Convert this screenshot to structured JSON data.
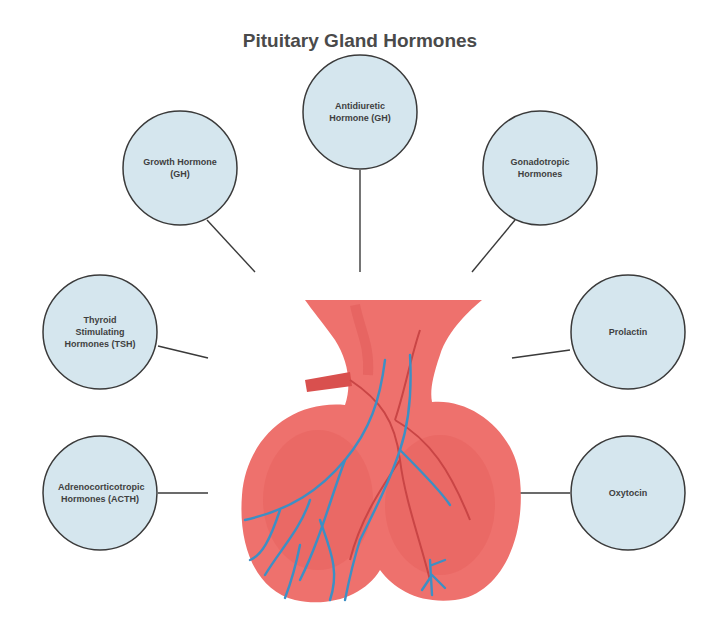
{
  "diagram": {
    "title": "Pituitary Gland Hormones",
    "nodes": [
      {
        "text": [
          "Growth Hormone (GH)"
        ]
      },
      {
        "text": [
          "Antidiuretic Hormone (GH)"
        ]
      },
      {
        "text": [
          "Gonadotropic Hormones"
        ]
      },
      {
        "text": [
          "Thyroid Stimulating Hormones (TSH)"
        ]
      },
      {
        "text": [
          "Prolactin"
        ]
      },
      {
        "text": [
          "Adrenocorticotropic Hormones (ACTH)"
        ]
      },
      {
        "text": [
          "Oxytocin"
        ]
      }
    ]
  }
}
